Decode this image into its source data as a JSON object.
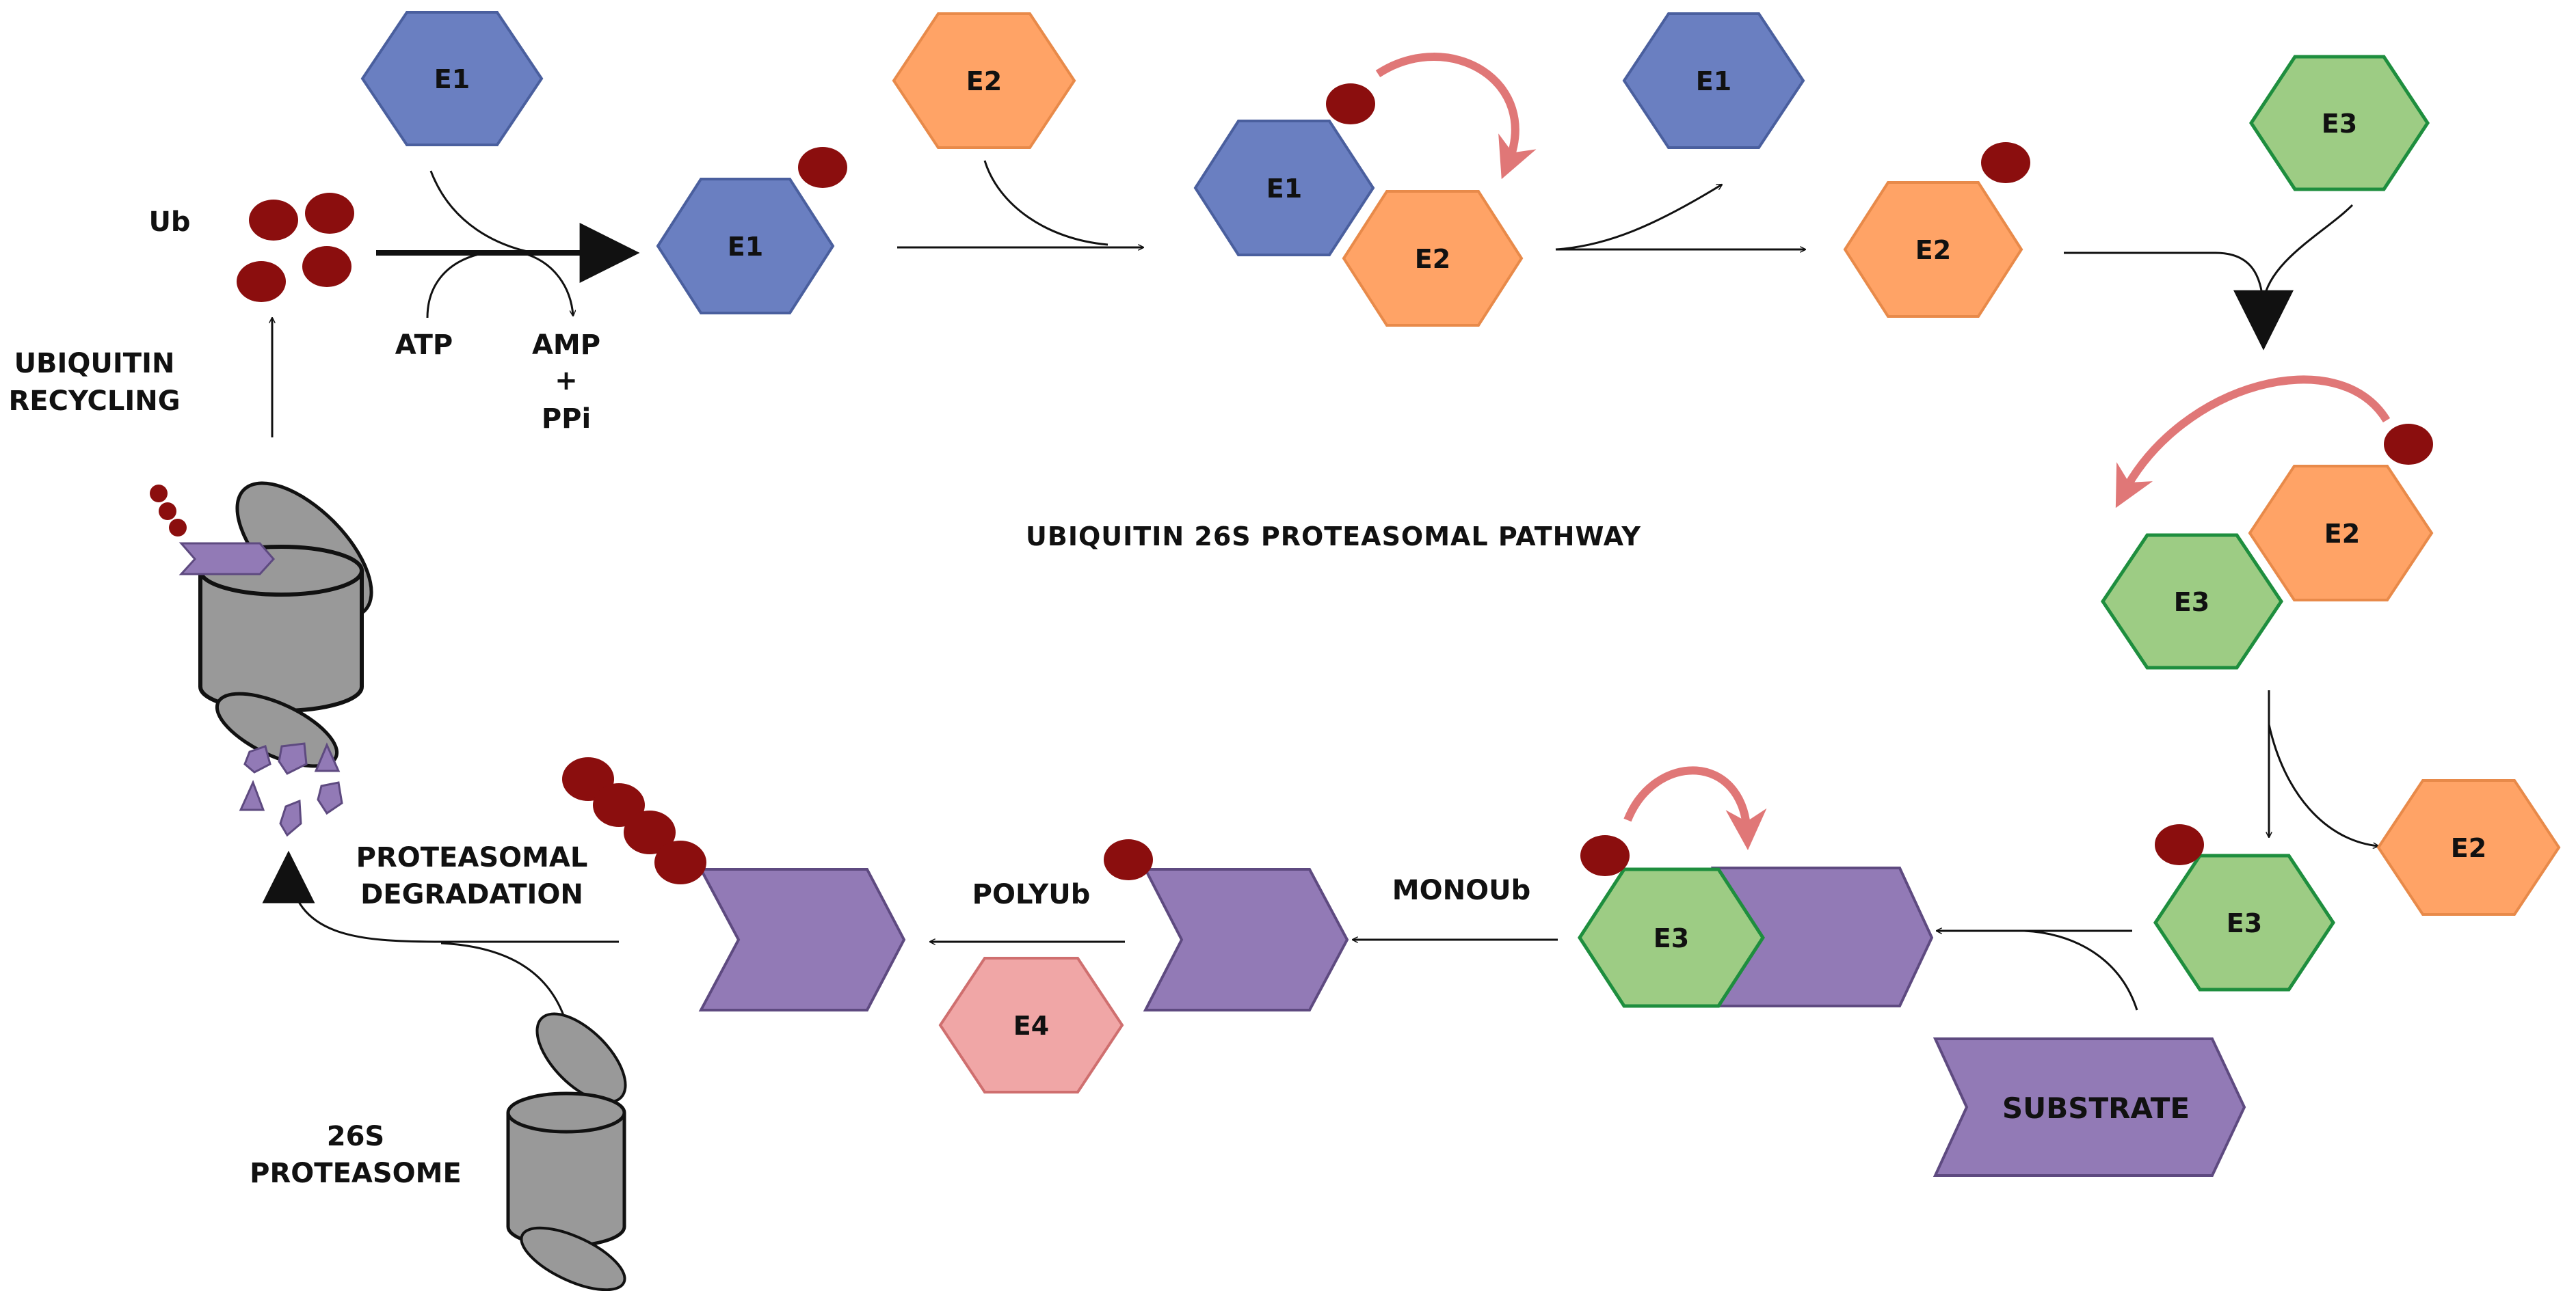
{
  "title": "UBIQUITIN 26S PROTEASOMAL PATHWAY",
  "colors": {
    "e1_fill": "#6a7fc1",
    "e1_stroke": "#4a5f9e",
    "e2_fill": "#ffa366",
    "e2_stroke": "#e88a4a",
    "e3_fill": "#9dcc84",
    "e3_stroke": "#1e8e3e",
    "e4_fill": "#f0a6a6",
    "e4_stroke": "#cf6f6f",
    "substrate_fill": "#927ab6",
    "substrate_stroke": "#5e4a80",
    "ub": "#8b0e0e",
    "proteasome_fill": "#999999",
    "red_arrow": "#e07777",
    "arrow": "#111111"
  },
  "enzymes": {
    "e1": "E1",
    "e2": "E2",
    "e3": "E3",
    "e4": "E4"
  },
  "labels": {
    "ub": "Ub",
    "atp": "ATP",
    "amp": "AMP",
    "plus": "+",
    "ppi": "PPi",
    "recycling_line1": "UBIQUITIN",
    "recycling_line2": "RECYCLING",
    "degradation_line1": "PROTEASOMAL",
    "degradation_line2": "DEGRADATION",
    "proteasome_line1": "26S",
    "proteasome_line2": "PROTEASOME",
    "polyub": "POLYUb",
    "monoub": "MONOUb",
    "substrate": "SUBSTRATE"
  }
}
